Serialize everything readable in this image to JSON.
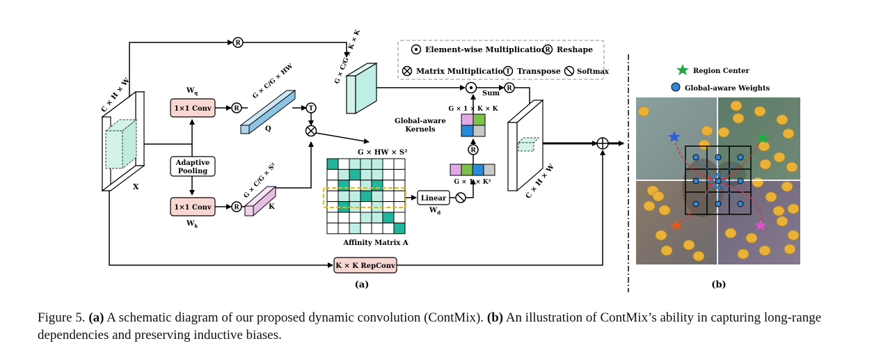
{
  "legend": {
    "elementwise": "Element-wise Multiplication",
    "reshape": "Reshape",
    "matmul": "Matrix Multiplication",
    "transpose": "Transpose",
    "softmax": "Softmax"
  },
  "labels": {
    "input_dim": "C × H × W",
    "x": "X",
    "wq": "W",
    "wq_sub": "q",
    "wk": "W",
    "wk_sub": "k",
    "conv_q": "1×1 Conv",
    "conv_k": "1×1 Conv",
    "pool_1": "Adaptive",
    "pool_2": "Pooling",
    "q": "Q",
    "k": "K",
    "q_dim": "G × C/G × HW",
    "k_dim": "G × C/G × S²",
    "v_dim": "G × C/G × K × K",
    "affinity_dim": "G × HW × S²",
    "affinity": "Affinity Matrix A",
    "linear": "Linear",
    "wd": "W",
    "wd_sub": "d",
    "vec_dim": "G × 1 × K²",
    "kern_dim": "G × 1 × K × K",
    "kernels_1": "Global-aware",
    "kernels_2": "Kernels",
    "sum": "Sum",
    "out_dim": "C × H × W",
    "repconv": "K × K RepConv",
    "panel_a": "(a)",
    "panel_b": "(b)",
    "region_center": "Region Center",
    "global_weights": "Global-aware Weights",
    "sym_r": "R",
    "sym_t": "T"
  },
  "caption": {
    "fig": "Figure 5.",
    "a": "(a)",
    "a_text": "A schematic diagram of our proposed dynamic convolution (ContMix).",
    "b": "(b)",
    "b_text": "An illustration of ContMix’s ability in capturing long-range dependencies and preserving inductive biases."
  },
  "colors": {
    "pink_box": "#f8d7d3",
    "q_bar": "#a9d4ec",
    "k_bar": "#f1d3ef",
    "teal": "#22b59b",
    "light_teal": "#bfeee4",
    "v_cube": "#d3f2ea",
    "dashed_yellow": "#e6b800",
    "green_star": "#22aa44",
    "blue_star": "#2e5fd0",
    "orange_star": "#e25a1c",
    "magenta_star": "#e04ec8",
    "weight_dot": "#2f89d6"
  }
}
